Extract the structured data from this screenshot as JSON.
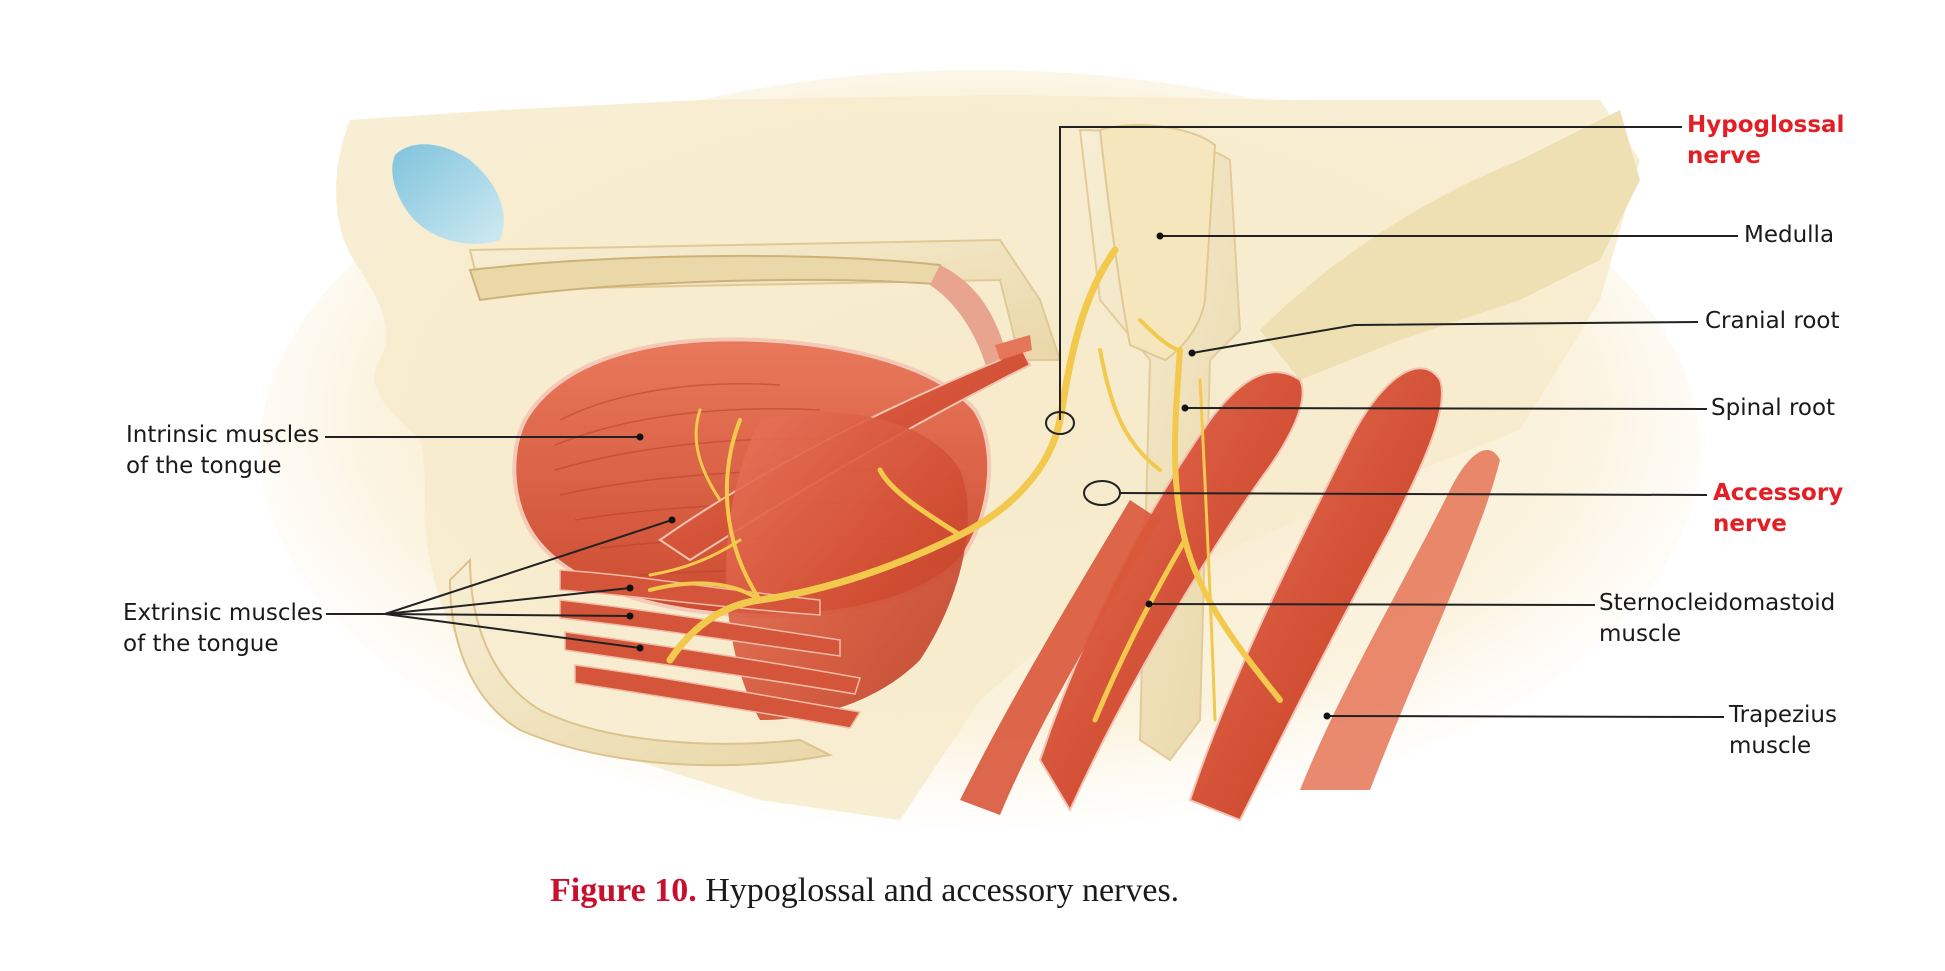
{
  "labels": {
    "hypoglossal_nerve": [
      "Hypoglossal",
      "nerve"
    ],
    "medulla": "Medulla",
    "cranial_root": "Cranial root",
    "spinal_root": "Spinal root",
    "accessory_nerve": [
      "Accessory",
      "nerve"
    ],
    "sternocleidomastoid": [
      "Sternocleidomastoid",
      "muscle"
    ],
    "trapezius": [
      "Trapezius",
      "muscle"
    ],
    "intrinsic_muscles": [
      "Intrinsic muscles",
      "of the tongue"
    ],
    "extrinsic_muscles": [
      "Extrinsic muscles",
      "of the tongue"
    ]
  },
  "caption": {
    "figure_number": "Figure 10.",
    "text": " Hypoglossal and accessory nerves."
  },
  "colors": {
    "highlight_label": "#e31e24",
    "nerve": "#f2c94c",
    "muscle": "#d9573a",
    "bone": "#f1e4bf",
    "sinus": "#a9d6e6"
  }
}
